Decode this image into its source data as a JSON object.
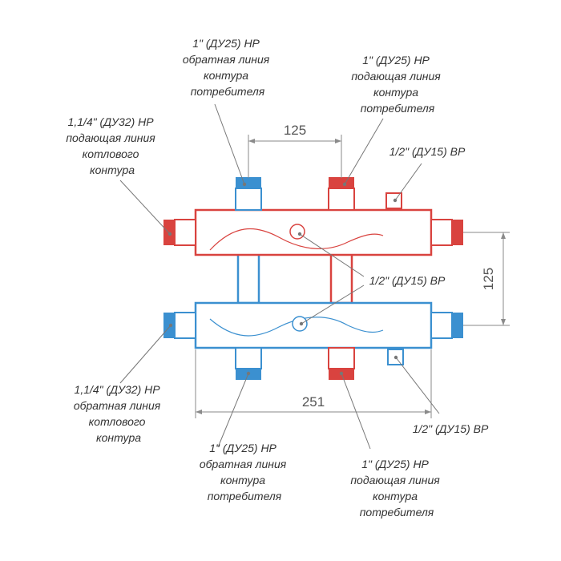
{
  "colors": {
    "supply": "#d9433f",
    "return": "#3b90d0",
    "dimension": "#8a8a8a",
    "leader": "#777777",
    "text": "#333333"
  },
  "labels": {
    "return_consumer_top": [
      "1\" (ДУ25) НР",
      "обратная линия",
      "контура",
      "потребителя"
    ],
    "supply_consumer_top": [
      "1\" (ДУ25) НР",
      "подающая линия",
      "контура",
      "потребителя"
    ],
    "supply_boiler": [
      "1,1/4\" (ДУ32) НР",
      "подающая линия",
      "котлового",
      "контура"
    ],
    "top_small_port": [
      "1/2\" (ДУ15) ВР"
    ],
    "center_ports": [
      "1/2\" (ДУ15) ВР"
    ],
    "return_boiler": [
      "1,1/4\" (ДУ32) НР",
      "обратная линия",
      "котлового",
      "контура"
    ],
    "bottom_small_port": [
      "1/2\" (ДУ15) ВР"
    ],
    "return_consumer_bottom": [
      "1\" (ДУ25) НР",
      "обратная линия",
      "контура",
      "потребителя"
    ],
    "supply_consumer_bottom": [
      "1\" (ДУ25) НР",
      "подающая линия",
      "контура",
      "потребителя"
    ]
  },
  "dimensions": {
    "outlet_spacing": "125",
    "header_spacing": "125",
    "header_length": "251"
  }
}
